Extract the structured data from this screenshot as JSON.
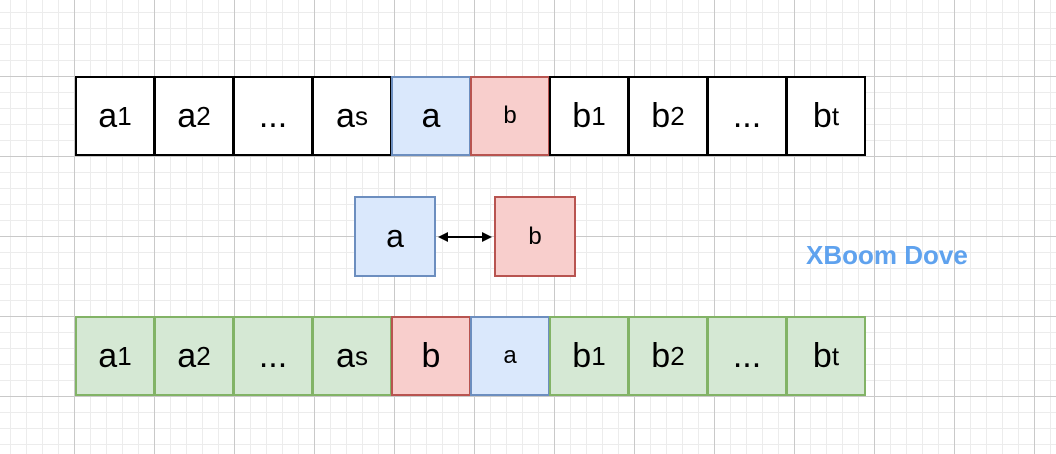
{
  "top_row": [
    {
      "base": "a",
      "sub": "1"
    },
    {
      "base": "a",
      "sub": "2"
    },
    {
      "base": "...",
      "sub": ""
    },
    {
      "base": "a",
      "sub": "s"
    },
    {
      "base": "a",
      "sub": ""
    },
    {
      "base": "b",
      "sub": ""
    },
    {
      "base": "b",
      "sub": "1"
    },
    {
      "base": "b",
      "sub": "2"
    },
    {
      "base": "...",
      "sub": ""
    },
    {
      "base": "b",
      "sub": "t"
    }
  ],
  "swap": {
    "left": "a",
    "right": "b"
  },
  "bottom_row": [
    {
      "base": "a",
      "sub": "1"
    },
    {
      "base": "a",
      "sub": "2"
    },
    {
      "base": "...",
      "sub": ""
    },
    {
      "base": "a",
      "sub": "s"
    },
    {
      "base": "b",
      "sub": ""
    },
    {
      "base": "a",
      "sub": ""
    },
    {
      "base": "b",
      "sub": "1"
    },
    {
      "base": "b",
      "sub": "2"
    },
    {
      "base": "...",
      "sub": ""
    },
    {
      "base": "b",
      "sub": "t"
    }
  ],
  "watermark": "XBoom Dove",
  "colors": {
    "grid_major": "#c9c9c9",
    "grid_minor": "#ececec",
    "white_fill": "#ffffff",
    "green_fill": "#d5e8d4",
    "green_stroke": "#82b366",
    "blue_fill": "#dae8fc",
    "blue_stroke": "#6c8ebf",
    "red_fill": "#f8cecc",
    "red_stroke": "#b85450",
    "watermark": "#5fa2ee"
  }
}
